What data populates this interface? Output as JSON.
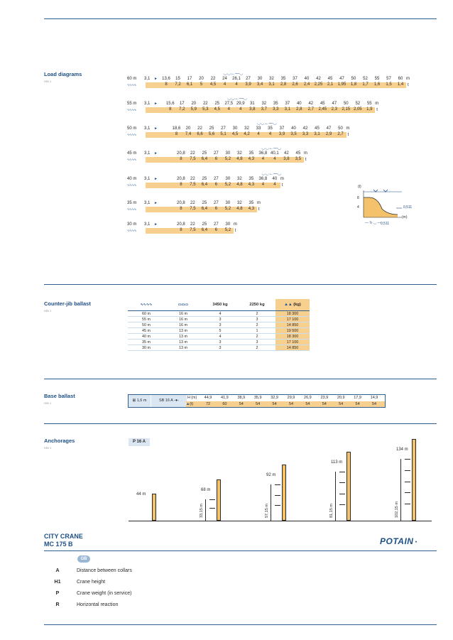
{
  "load_diagrams": {
    "title": "Load diagrams",
    "subtitle": "HSV 1",
    "rows": [
      {
        "jib": "60 m",
        "start": "3,1",
        "distances": [
          "13,6",
          "15",
          "17",
          "20",
          "22",
          "24",
          "26,1",
          "27",
          "30",
          "32",
          "35",
          "37",
          "40",
          "42",
          "45",
          "47",
          "50",
          "52",
          "55",
          "57",
          "60"
        ],
        "loads": [
          "8",
          "7,2",
          "6,1",
          "5",
          "4,5",
          "4",
          "4",
          "3,9",
          "3,4",
          "3,1",
          "2,8",
          "2,6",
          "2,4",
          "2,25",
          "2,1",
          "1,95",
          "1,8",
          "1,7",
          "1,6",
          "1,5",
          "1,4"
        ],
        "unit_m": "m",
        "unit_t": "t",
        "trolley_at": "24"
      },
      {
        "jib": "55 m",
        "start": "3,1",
        "distances": [
          "15,6",
          "17",
          "20",
          "22",
          "25",
          "27,5",
          "29,9",
          "31",
          "32",
          "35",
          "37",
          "40",
          "42",
          "45",
          "47",
          "50",
          "52",
          "55"
        ],
        "loads": [
          "8",
          "7,2",
          "5,9",
          "5,3",
          "4,5",
          "4",
          "4",
          "3,8",
          "3,7",
          "3,3",
          "3,1",
          "2,8",
          "2,7",
          "2,45",
          "2,3",
          "2,15",
          "2,05",
          "1,9"
        ],
        "unit_m": "m",
        "unit_t": "t",
        "trolley_at": "27,5"
      },
      {
        "jib": "50 m",
        "start": "3,1",
        "distances": [
          "18,6",
          "20",
          "22",
          "25",
          "27",
          "30",
          "32",
          "33",
          "35",
          "37",
          "40",
          "42",
          "45",
          "47",
          "50"
        ],
        "loads": [
          "8",
          "7,4",
          "6,6",
          "5,6",
          "5,1",
          "4,5",
          "4,2",
          "4",
          "4",
          "3,9",
          "3,5",
          "3,3",
          "3,1",
          "2,9",
          "2,7"
        ],
        "unit_m": "m",
        "unit_t": "t",
        "trolley_at": "33"
      },
      {
        "jib": "45 m",
        "start": "3,1",
        "distances": [
          "20,8",
          "22",
          "25",
          "27",
          "30",
          "32",
          "35",
          "36,8",
          "40,1",
          "42",
          "45"
        ],
        "loads": [
          "8",
          "7,5",
          "6,4",
          "6",
          "5,2",
          "4,8",
          "4,3",
          "4",
          "4",
          "3,8",
          "3,5"
        ],
        "unit_m": "m",
        "unit_t": "t",
        "trolley_at": "36,8"
      },
      {
        "jib": "40 m",
        "start": "3,1",
        "distances": [
          "20,8",
          "22",
          "25",
          "27",
          "30",
          "32",
          "35",
          "36,8",
          "40"
        ],
        "loads": [
          "8",
          "7,5",
          "6,4",
          "6",
          "5,2",
          "4,8",
          "4,3",
          "4",
          "4"
        ],
        "unit_m": "m",
        "unit_t": "t",
        "trolley_at": "36,8"
      },
      {
        "jib": "35 m",
        "start": "3,1",
        "distances": [
          "20,8",
          "22",
          "25",
          "27",
          "30",
          "32",
          "35"
        ],
        "loads": [
          "8",
          "7,5",
          "6,4",
          "6",
          "5,2",
          "4,8",
          "4,3"
        ],
        "unit_m": "m",
        "unit_t": "t",
        "trolley_at": "-"
      },
      {
        "jib": "30 m",
        "start": "3,1",
        "distances": [
          "20,8",
          "22",
          "25",
          "27",
          "30"
        ],
        "loads": [
          "8",
          "7,5",
          "6,4",
          "6",
          "5,2"
        ],
        "unit_m": "m",
        "unit_t": "t",
        "trolley_at": "-"
      }
    ],
    "mini_chart": {
      "y_unit": "(t)",
      "x_unit": "(m)",
      "y_ticks": [
        "8",
        "4"
      ],
      "note_right": "0,511",
      "note_bottom": "0,511"
    }
  },
  "counter_jib": {
    "title": "Counter-jib ballast",
    "subtitle": "HSV 1",
    "headers": [
      "",
      "",
      "3450 kg",
      "2250 kg",
      "(kg)"
    ],
    "rows": [
      [
        "60 m",
        "16 m",
        "4",
        "2",
        "18 300"
      ],
      [
        "55 m",
        "16 m",
        "3",
        "3",
        "17 100"
      ],
      [
        "50 m",
        "16 m",
        "3",
        "2",
        "14 850"
      ],
      [
        "45 m",
        "13 m",
        "5",
        "1",
        "19 500"
      ],
      [
        "40 m",
        "13 m",
        "4",
        "2",
        "18 300"
      ],
      [
        "35 m",
        "13 m",
        "3",
        "3",
        "17 100"
      ],
      [
        "30 m",
        "13 m",
        "3",
        "2",
        "14 850"
      ]
    ]
  },
  "base_ballast": {
    "title": "Base ballast",
    "subtitle": "HSV 1",
    "size": "1,6 m",
    "mast": "SB 16 A",
    "h_label": "H (m)",
    "t_label": "(t)",
    "heights": [
      "44,9",
      "41,9",
      "38,9",
      "35,9",
      "32,9",
      "29,9",
      "26,9",
      "23,9",
      "20,9",
      "17,9",
      "14,9"
    ],
    "tonnes": [
      "72",
      "60",
      "54",
      "54",
      "54",
      "54",
      "54",
      "54",
      "54",
      "54",
      "54"
    ]
  },
  "anchorages": {
    "title": "Anchorages",
    "subtitle": "HSV 1",
    "badge": "P 16 A",
    "towers": [
      {
        "height": "44 m",
        "dim": ""
      },
      {
        "height": "68 m",
        "dim": "33,15 m"
      },
      {
        "height": "92 m",
        "dim": "57,15 m"
      },
      {
        "height": "113 m",
        "dim": "81,15 m"
      },
      {
        "height": "134 m",
        "dim": "102,15 m"
      }
    ]
  },
  "footer": {
    "crane_line1": "CITY CRANE",
    "crane_line2": "MC 175 B",
    "brand": "POTAIN",
    "lang_badge": "GB",
    "legend": [
      {
        "key": "A",
        "text": "Distance between collars"
      },
      {
        "key": "H1",
        "text": "Crane height"
      },
      {
        "key": "P",
        "text": "Crane weight (in service)"
      },
      {
        "key": "R",
        "text": "Horizontal reaction"
      }
    ]
  },
  "colors": {
    "accent": "#1e4f86",
    "bar": "#f7cf8e",
    "tower": "#f5c26c"
  }
}
